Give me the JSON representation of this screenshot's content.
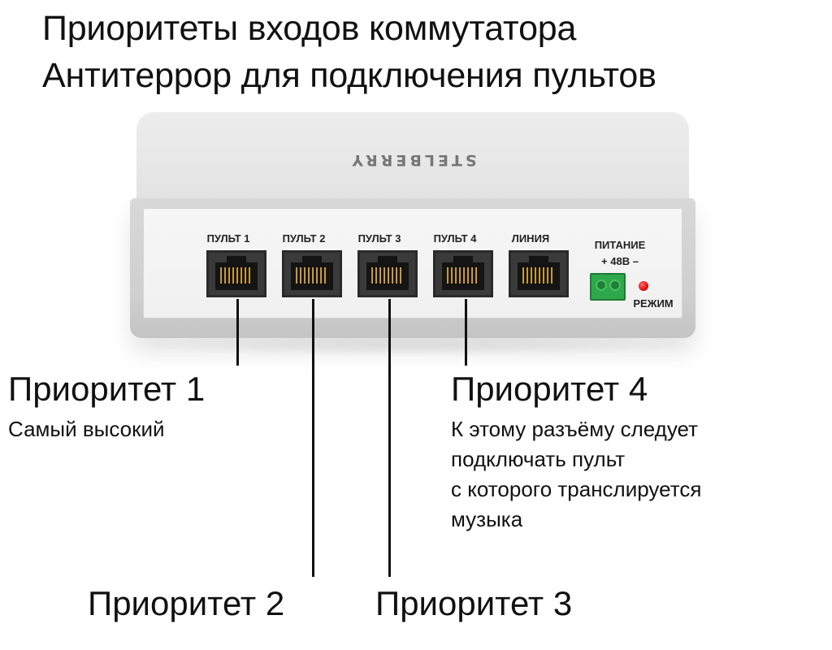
{
  "title": {
    "line1": "Приоритеты входов коммутатора",
    "line2": "Антитеррор для подключения пультов"
  },
  "device": {
    "brand": "STELBERRY",
    "ports": [
      {
        "label": "ПУЛЬТ 1"
      },
      {
        "label": "ПУЛЬТ 2"
      },
      {
        "label": "ПУЛЬТ 3"
      },
      {
        "label": "ПУЛЬТ 4"
      },
      {
        "label": "ЛИНИЯ"
      }
    ],
    "power_label_1": "ПИТАНИЕ",
    "power_label_2": "+ 48В –",
    "mode_label": "РЕЖИМ",
    "colors": {
      "terminal": "#2fa84a",
      "led": "#e01010"
    }
  },
  "callouts": {
    "p1": {
      "title": "Приоритет 1",
      "desc": "Самый высокий"
    },
    "p2": {
      "title": "Приоритет 2"
    },
    "p3": {
      "title": "Приоритет 3"
    },
    "p4": {
      "title": "Приоритет 4",
      "desc_lines": [
        "К этому разъёму следует",
        "подключать пульт",
        "с которого транслируется",
        "музыка"
      ]
    }
  }
}
